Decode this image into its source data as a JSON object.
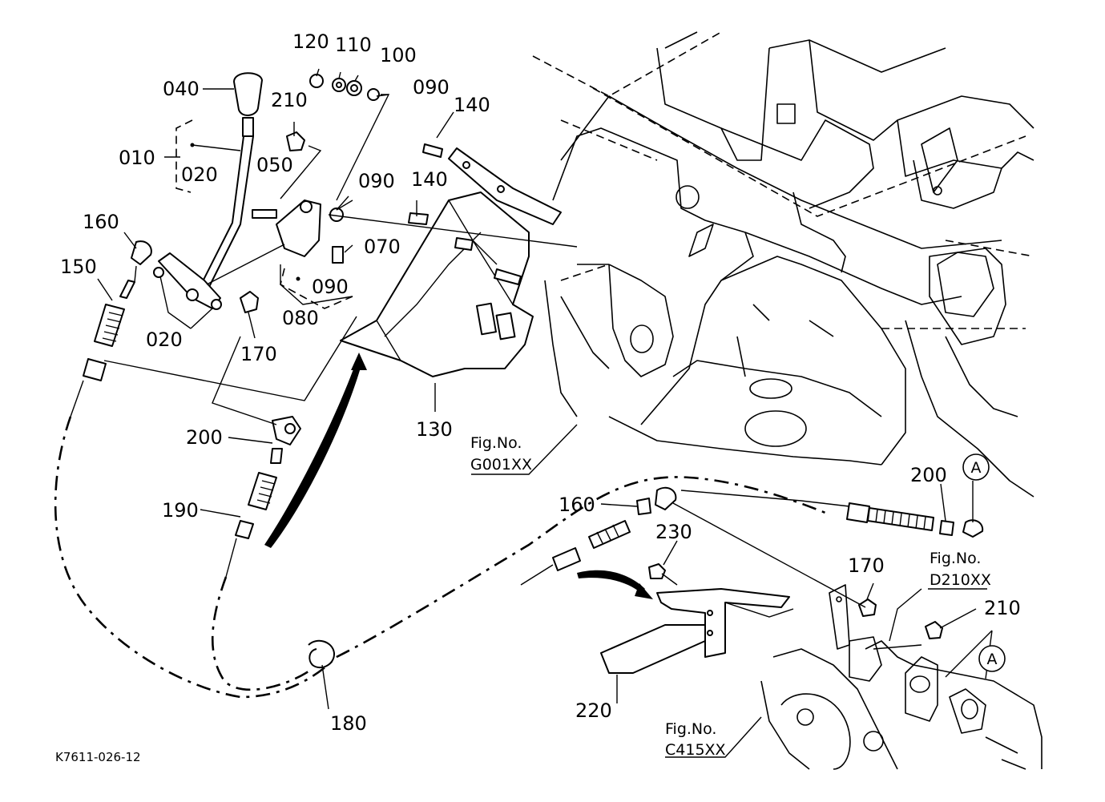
{
  "diagram": {
    "callouts": {
      "p040": "040",
      "p010": "010",
      "p020a": "020",
      "p120": "120",
      "p110": "110",
      "p100": "100",
      "p090a": "090",
      "p210a": "210",
      "p140a": "140",
      "p050": "050",
      "p090b": "090",
      "p140b": "140",
      "p160a": "160",
      "p150": "150",
      "p070": "070",
      "p090c": "090",
      "p020b": "020",
      "p080": "080",
      "p170a": "170",
      "p130": "130",
      "p200a": "200",
      "p190": "190",
      "p160b": "160",
      "p230": "230",
      "p200b": "200",
      "p170b": "170",
      "p210b": "210",
      "p220": "220",
      "p180": "180"
    },
    "references": {
      "g001_title": "Fig.No.",
      "g001_code": "G001XX",
      "d210_title": "Fig.No.",
      "d210_code": "D210XX",
      "c415_title": "Fig.No.",
      "c415_code": "C415XX"
    },
    "markers": {
      "a_top": "A",
      "a_bottom": "A"
    },
    "drawing_code": "K7611-026-12"
  }
}
